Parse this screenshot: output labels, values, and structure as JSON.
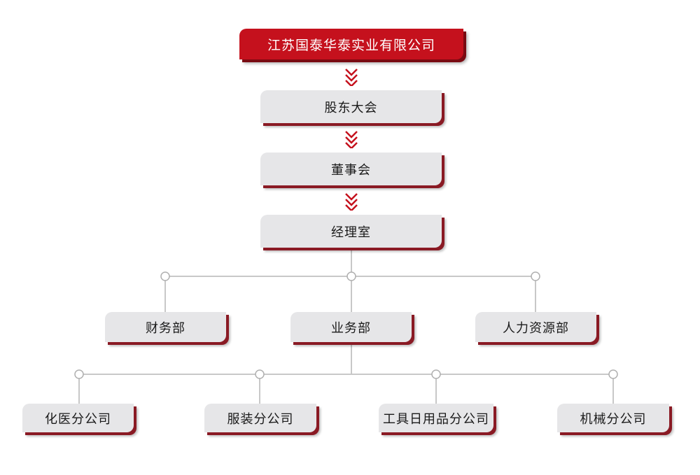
{
  "company": "江苏国泰华泰实业有限公司",
  "chain": [
    "股东大会",
    "董事会",
    "经理室"
  ],
  "departments": [
    "财务部",
    "业务部",
    "人力资源部"
  ],
  "subsidiaries": [
    "化医分公司",
    "服装分公司",
    "工具日用品分公司",
    "机械分公司"
  ],
  "colors": {
    "accent": "#c5111d",
    "shadow": "#8a1a24",
    "box": "#e6e6e8",
    "line": "#c8c8c8"
  }
}
